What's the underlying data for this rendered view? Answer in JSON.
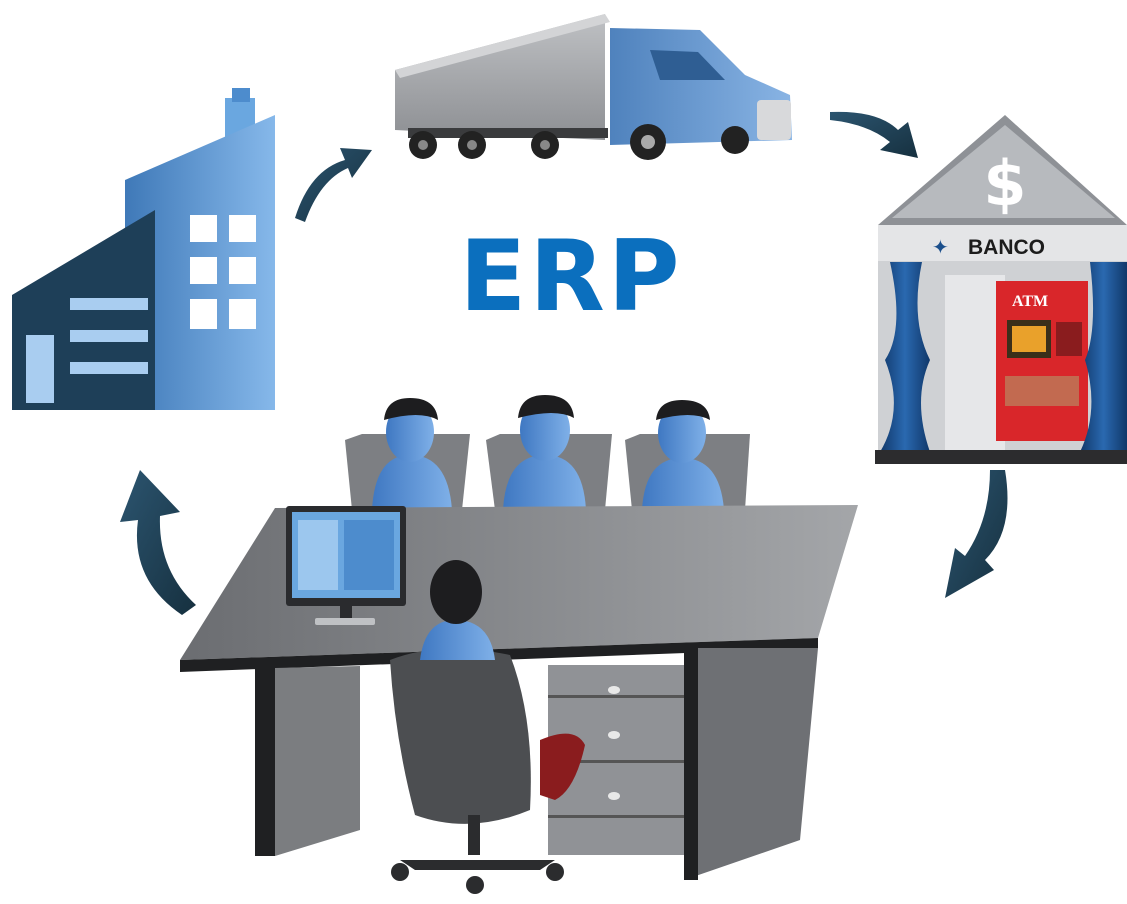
{
  "title": "ERP",
  "bank": {
    "sign": "BANCO",
    "atm": "ATM",
    "symbol": "$"
  },
  "icons": [
    "factory-icon",
    "truck-icon",
    "bank-icon",
    "meeting-table-icon",
    "cycle-arrow-icon"
  ],
  "colors": {
    "accent": "#0b6fbe",
    "arrow": "#1f3f55",
    "factory_light": "#6aa7e0",
    "factory_dark": "#1e3f58",
    "truck_cab": "#6a9fd6",
    "trailer": "#a7a9ad",
    "atm_red": "#d9262a",
    "curtain": "#1b4f8c"
  }
}
